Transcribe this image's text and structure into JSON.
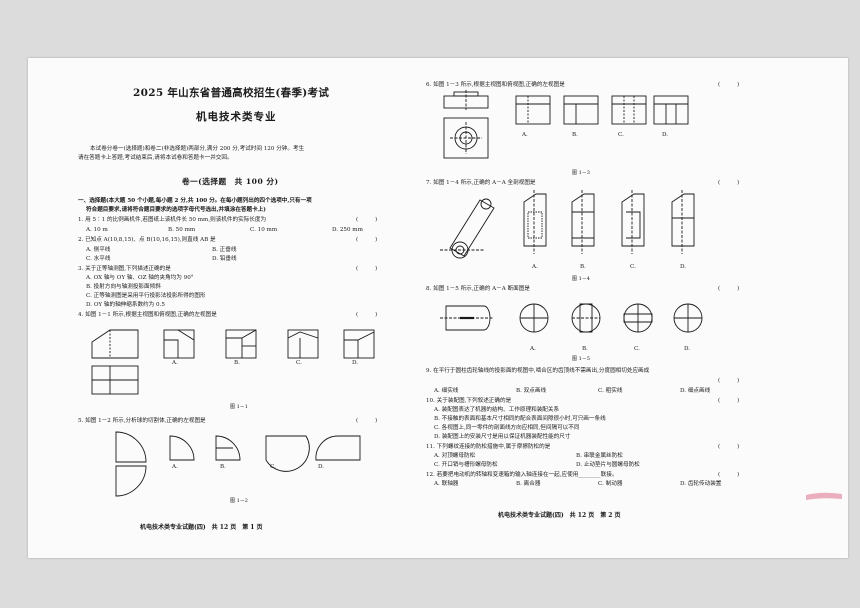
{
  "header": {
    "title": "2025 年山东省普通高校招生(春季)考试",
    "subtitle": "机电技术类专业"
  },
  "intro": {
    "line1": "本试卷分卷一(选择题)和卷二(非选择题)两部分,满分 200 分,考试时间 120 分钟。考生",
    "line2": "请在答题卡上答题,考试结束后,请将本试卷和答题卡一并交回。"
  },
  "section": {
    "heading": "卷一(选择题　共 100 分)"
  },
  "instructions": {
    "line1": "一、选择题(本大题 50 个小题,每小题 2 分,共 100 分。在每小题列出的四个选项中,只有一项",
    "line2": "符合题目要求,请将符合题目要求的选项字母代号选出,并填涂在答题卡上)"
  },
  "page1": {
    "q1": {
      "stem": "1. 用 5∶1 的比例画机件,若图纸上该机件长 50 mm,则该机件的实际长度为",
      "paren": "(　　　)",
      "a": "A. 10 m",
      "b": "B. 50 mm",
      "c": "C. 10 mm",
      "d": "D. 250 mm"
    },
    "q2": {
      "stem": "2. 已知点 A(10,8,15)、点 B(10,16,15),则直线 AB 是",
      "paren": "(　　　)",
      "a": "A. 侧平线",
      "b": "B. 正垂线",
      "c": "C. 水平线",
      "d": "D. 铅垂线"
    },
    "q3": {
      "stem": "3. 关于正等轴测图,下列描述正确的是",
      "paren": "(　　　)",
      "a": "A. OX 轴与 OY 轴、OZ 轴的夹角均为 90°",
      "b": "B. 投射方向与轴测投影面倾斜",
      "c": "C. 正等轴测图是采用平行投影法投影所得的图形",
      "d": "D. OY 轴的轴伸缩系数约为 0.5"
    },
    "q4": {
      "stem": "4. 如图 1－1 所示,根据主视图和俯视图,正确的左视图是",
      "paren": "(　　　)",
      "fig": "图 1－1",
      "a": "A.",
      "b": "B.",
      "c": "C.",
      "d": "D."
    },
    "q5": {
      "stem": "5. 如图 1－2 所示,分析球的切割体,正确的左视图是",
      "paren": "(　　　)",
      "fig": "图 1－2",
      "a": "A.",
      "b": "B.",
      "c": "C.",
      "d": "D."
    },
    "footer": "机电技术类专业试题(四)　共 12 页　第 1 页"
  },
  "page2": {
    "q6": {
      "stem": "6. 如图 1－3 所示,根据主视图和俯视图,正确的左视图是",
      "paren": "(　　　)",
      "fig": "图 1－3",
      "a": "A.",
      "b": "B.",
      "c": "C.",
      "d": "D."
    },
    "q7": {
      "stem": "7. 如图 1－4 所示,正确的 A－A 全剖视图是",
      "paren": "(　　　)",
      "fig": "图 1－4",
      "a": "A.",
      "b": "B.",
      "c": "C.",
      "d": "D."
    },
    "q8": {
      "stem": "8. 如图 1－5 所示,正确的 A－A 断面图是",
      "paren": "(　　　)",
      "fig": "图 1－5",
      "a": "A.",
      "b": "B.",
      "c": "C.",
      "d": "D."
    },
    "q9": {
      "stem1": "9. 在平行于圆柱齿轮轴线的投影面的视图中,啮合区的齿顶线不需画出,分度圆相切处应画成",
      "paren": "(　　　)",
      "a": "A. 细实线",
      "b": "B. 双点画线",
      "c": "C. 粗实线",
      "d": "D. 细点画线"
    },
    "q10": {
      "stem": "10. 关于装配图,下列叙述正确的是",
      "paren": "(　　　)",
      "a": "A. 装配图表达了机器的结构、工作原理和装配关系",
      "b": "B. 不接触的表面和基本尺寸相同的配合表面间隙很小时,可只画一条线",
      "c": "C. 各视图上,同一零件的剖面线方向应相同,但间隔可以不同",
      "d": "D. 装配图上的安装尺寸是用以保证机器装配性能的尺寸"
    },
    "q11": {
      "stem": "11. 下列螺纹连接的防松措施中,属于摩擦防松的是",
      "paren": "(　　　)",
      "a": "A. 对顶螺母防松",
      "b": "B. 串联金属丝防松",
      "c": "C. 开口销与槽形螺母防松",
      "d": "D. 止动垫片与圆螺母防松"
    },
    "q12": {
      "stem": "12. 若要把电动机的转轴和变速箱的输入轴连接在一起,应使用________联接。",
      "paren": "(　　　)",
      "a": "A. 联轴器",
      "b": "B. 离合器",
      "c": "C. 制动器",
      "d": "D. 齿轮传动装置"
    },
    "footer": "机电技术类专业试题(四)　共 12 页　第 2 页",
    "cut_label": "A－A"
  },
  "fig_labels": {
    "A": "A",
    "A_A": "A-A",
    "Ai": "A|",
    "section_mark": "A"
  },
  "colors": {
    "paper": "#fbfbfb",
    "background": "#dcdcdc",
    "ink": "#1a1a1a",
    "pink_mark": "#e8a0b4"
  }
}
